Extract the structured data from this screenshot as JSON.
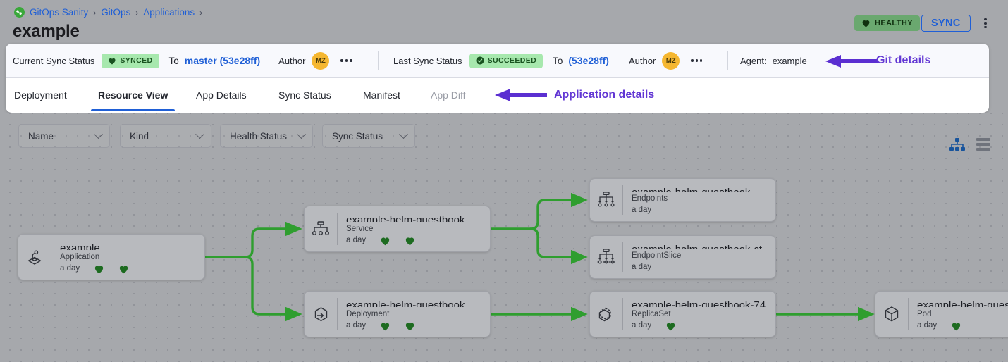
{
  "header": {
    "breadcrumb": [
      {
        "label": "GitOps Sanity",
        "icon": "gitops-logo-icon"
      },
      {
        "label": "GitOps"
      },
      {
        "label": "Applications"
      }
    ],
    "page_title": "example",
    "health_badge": {
      "label": "HEALTHY",
      "icon": "heart-icon",
      "bg": "#6aa86f"
    },
    "sync_button": "SYNC",
    "more_menu_icon": "kebab-menu-icon"
  },
  "status_bar": {
    "current": {
      "label": "Current Sync Status",
      "pill": {
        "text": "SYNCED",
        "icon": "heart-icon",
        "bg": "#a7e8ae"
      },
      "to_label": "To",
      "revision": "master (53e28ff)",
      "author_label": "Author",
      "author_initials": "MZ",
      "more_icon": "ellipsis-icon"
    },
    "last": {
      "label": "Last Sync Status",
      "pill": {
        "text": "SUCCEEDED",
        "icon": "check-circle-icon",
        "bg": "#a7e8ae"
      },
      "to_label": "To",
      "revision": "(53e28ff)",
      "author_label": "Author",
      "author_initials": "MZ",
      "more_icon": "ellipsis-icon"
    },
    "agent_label": "Agent:",
    "agent_value": "example"
  },
  "annotations": [
    {
      "text": "Git details",
      "color": "#6237d4",
      "arrow": "left-arrow-icon"
    },
    {
      "text": "Application details",
      "color": "#6237d4",
      "arrow": "left-arrow-icon"
    }
  ],
  "tabs": [
    {
      "label": "Deployment",
      "active": false,
      "disabled": false
    },
    {
      "label": "Resource View",
      "active": true,
      "disabled": false
    },
    {
      "label": "App Details",
      "active": false,
      "disabled": false
    },
    {
      "label": "Sync Status",
      "active": false,
      "disabled": false
    },
    {
      "label": "Manifest",
      "active": false,
      "disabled": false
    },
    {
      "label": "App Diff",
      "active": false,
      "disabled": true
    }
  ],
  "filters": [
    {
      "label": "Name",
      "icon": "chevron-down-icon"
    },
    {
      "label": "Kind",
      "icon": "chevron-down-icon"
    },
    {
      "label": "Health Status",
      "icon": "chevron-down-icon"
    },
    {
      "label": "Sync Status",
      "icon": "chevron-down-icon"
    }
  ],
  "view_toggle": [
    {
      "name": "tree-view-icon",
      "active": true
    },
    {
      "name": "list-view-icon",
      "active": false
    }
  ],
  "graph": {
    "nodes": [
      {
        "id": "app",
        "name": "example",
        "kind": "Application",
        "age": "a day",
        "icon": "application-icon",
        "hearts": 2
      },
      {
        "id": "svc",
        "name": "example-helm-guestbook",
        "kind": "Service",
        "age": "a day",
        "icon": "service-icon",
        "hearts": 2
      },
      {
        "id": "ep",
        "name": "example-helm-guestbook",
        "kind": "Endpoints",
        "age": "a day",
        "icon": "endpoints-icon",
        "hearts": 0
      },
      {
        "id": "eps",
        "name": "example-helm-guestbook-ct...",
        "kind": "EndpointSlice",
        "age": "a day",
        "icon": "endpointslice-icon",
        "hearts": 0
      },
      {
        "id": "dep",
        "name": "example-helm-guestbook",
        "kind": "Deployment",
        "age": "a day",
        "icon": "deployment-icon",
        "hearts": 2
      },
      {
        "id": "rs",
        "name": "example-helm-guestbook-74...",
        "kind": "ReplicaSet",
        "age": "a day",
        "icon": "replicaset-icon",
        "hearts": 1
      },
      {
        "id": "pod",
        "name": "example-helm-guest",
        "kind": "Pod",
        "age": "a day",
        "icon": "pod-icon",
        "hearts": 1
      }
    ],
    "edge_color": "#2f9e2f"
  }
}
